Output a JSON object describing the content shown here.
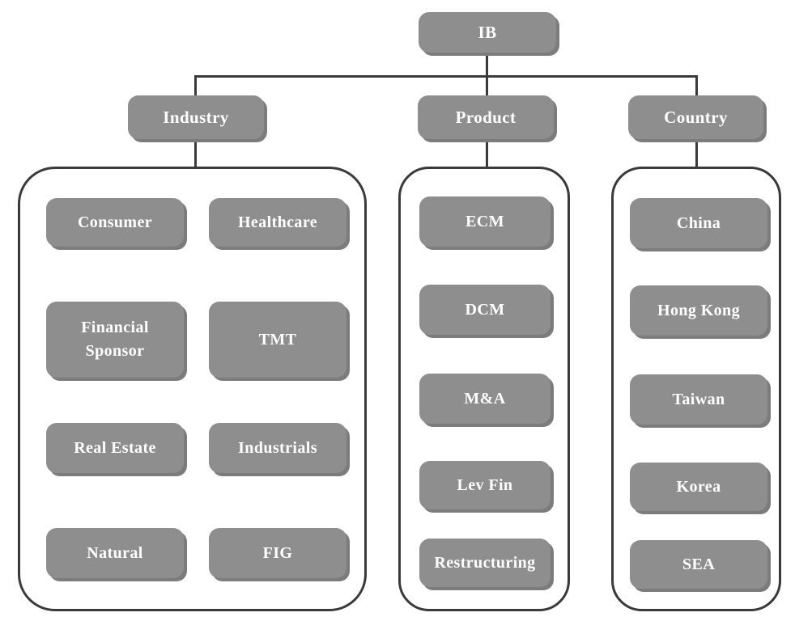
{
  "root": {
    "label": "IB"
  },
  "branches": [
    {
      "label": "Industry",
      "children": [
        "Consumer",
        "Healthcare",
        "Financial Sponsor",
        "TMT",
        "Real Estate",
        "Industrials",
        "Natural",
        "FIG"
      ]
    },
    {
      "label": "Product",
      "children": [
        "ECM",
        "DCM",
        "M&A",
        "Lev Fin",
        "Restructuring"
      ]
    },
    {
      "label": "Country",
      "children": [
        "China",
        "Hong Kong",
        "Taiwan",
        "Korea",
        "SEA"
      ]
    }
  ],
  "colors": {
    "node_fill": "#8e8e8e",
    "node_shadow": "#7c7c7c",
    "node_text": "#ffffff",
    "connector": "#3a3a3a",
    "container_border": "#3a3a3a",
    "background": "#ffffff"
  }
}
